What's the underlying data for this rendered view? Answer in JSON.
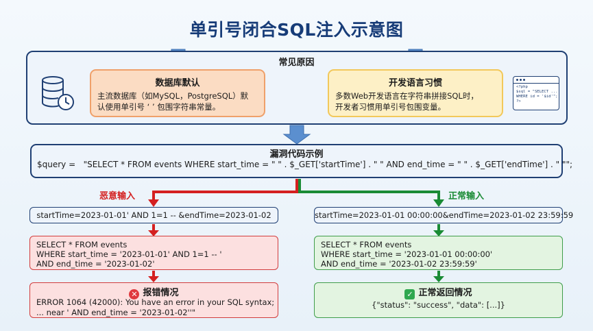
{
  "title": "单引号闭合SQL注入示意图",
  "causes": {
    "title": "常见原因",
    "items": [
      {
        "title": "数据库默认",
        "text": "主流数据库（如MySQL，PostgreSQL）默\n认使用单引号 ‘ ’ 包围字符串常量。"
      },
      {
        "title": "开发语言习惯",
        "text": "多数Web开发语言在字符串拼接SQL时，\n开发者习惯用单引号包围变量。"
      }
    ],
    "code_icon": "<?php\n$sql = \"SELECT ...\nWHERE id = '$id'\";\n?>"
  },
  "vulnerable": {
    "title": "漏洞代码示例",
    "code": "$query =   \"SELECT * FROM events WHERE start_time = \" \" . $_GET['startTime'] . \" \" AND end_time = \" \" . $_GET['endTime'] . \" \"\";"
  },
  "malicious": {
    "label": "恶意输入",
    "input": "startTime=2023-01-01' AND 1=1 -- &endTime=2023-01-02",
    "sql": "SELECT * FROM events\nWHERE start_time = '2023-01-01' AND 1=1 -- '\nAND end_time = '2023-01-02'",
    "result_title": "报错情况",
    "result_text": "ERROR 1064 (42000): You have an error in your SQL syntax;\n... near ' AND end_time = '2023-01-02''\""
  },
  "normal": {
    "label": "正常输入",
    "input": "startTime=2023-01-01 00:00:00&endTime=2023-01-02 23:59:59",
    "sql": "SELECT * FROM events\nWHERE start_time = '2023-01-01 00:00:00'\nAND end_time = '2023-01-02 23:59:59'",
    "result_title": "正常返回情况",
    "result_text": "{\"status\": \"success\", \"data\": [...]}"
  },
  "icons": {
    "error": "✕",
    "ok": "✓",
    "database": "database-clock-icon"
  },
  "colors": {
    "navy": "#1f3f73",
    "malicious": "#d42020",
    "normal": "#1a8b35",
    "arrow_blue": "#5b8fcf"
  }
}
